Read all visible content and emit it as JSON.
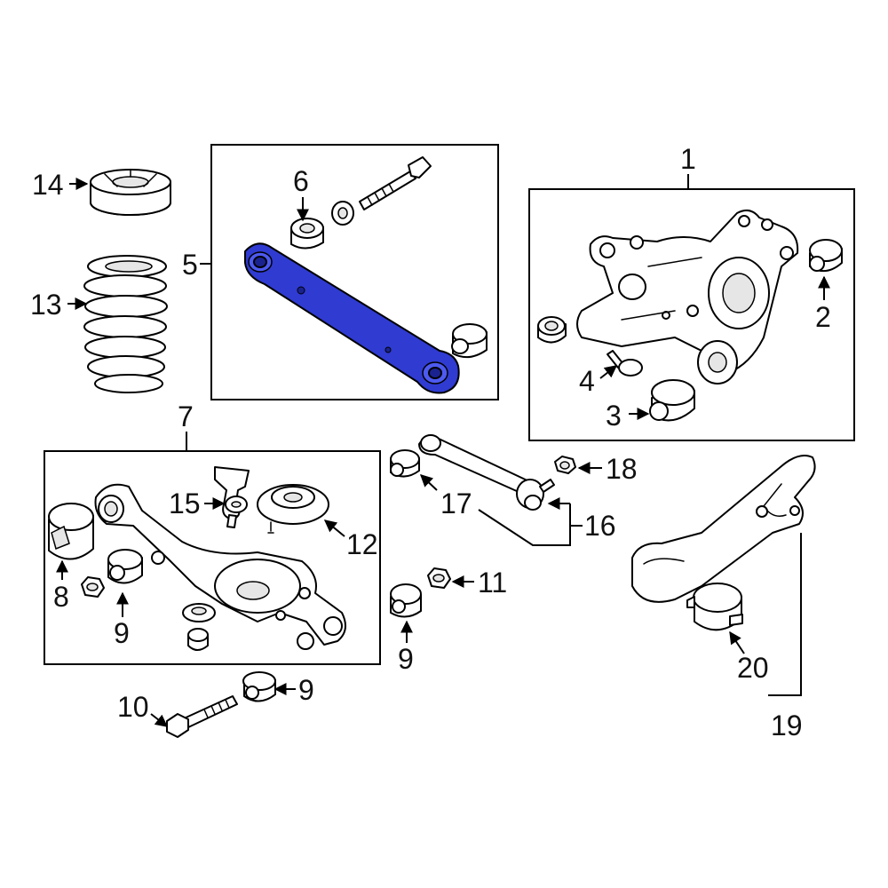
{
  "callouts": {
    "c1": "1",
    "c2": "2",
    "c3": "3",
    "c4": "4",
    "c5": "5",
    "c6": "6",
    "c7": "7",
    "c8": "8",
    "c9a": "9",
    "c9b": "9",
    "c9c": "9",
    "c10": "10",
    "c11": "11",
    "c12": "12",
    "c13": "13",
    "c14": "14",
    "c15": "15",
    "c16": "16",
    "c17": "17",
    "c18": "18",
    "c19": "19",
    "c20": "20"
  },
  "highlight_color": "#2f3bd1",
  "highlighted_part": "5"
}
